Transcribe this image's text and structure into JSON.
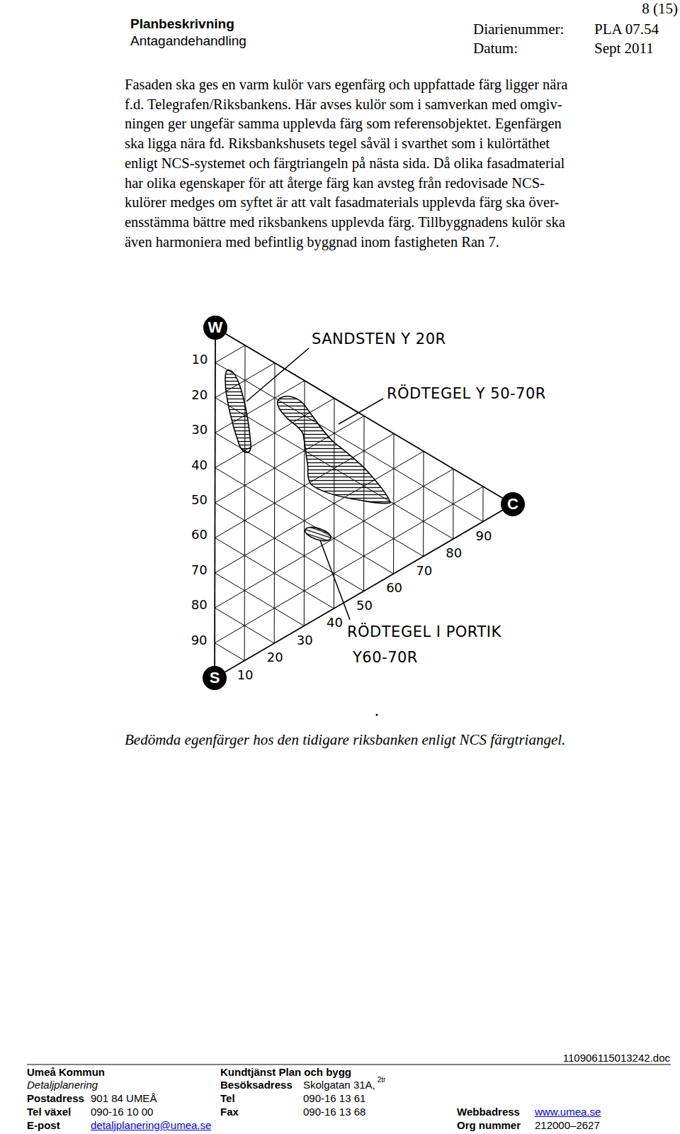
{
  "diagram": {
    "caption": "Bedömda egenfärger hos den tidigare riksbanken enligt NCS färgtriangel.",
    "nodes": [
      {
        "text": [
          "W"
        ]
      },
      {
        "text": [
          "C"
        ]
      },
      {
        "text": [
          "S"
        ]
      }
    ],
    "edges": [
      {
        "from": 0,
        "to": 2,
        "arrow": "none"
      },
      {
        "from": 0,
        "to": 1,
        "arrow": "none"
      },
      {
        "from": 2,
        "to": 1,
        "arrow": "none"
      }
    ],
    "labels": [
      "Planbeskrivning",
      "Antagandehandling",
      "8 (15)",
      "Diarienummer:",
      "PLA 07.54",
      "Datum:",
      "Sept 2011",
      "Fasaden ska ges en varm kulör vars egenfärg och uppfattade färg ligger nära",
      "f.d. Telegrafen/Riksbankens. Här avses kulör som i samverkan med omgiv-",
      "ningen ger ungefär samma upplevda färg som referensobjektet. Egenfärgen",
      "ska ligga nära fd. Riksbankshusets tegel såväl i svarthet som i kulörtäthet",
      "enligt NCS-systemet och färgtriangeln på nästa sida. Då olika fasadmaterial",
      "har olika egenskaper för att återge färg kan avsteg från redovisade NCS-",
      "kulörer medges om syftet är att valt fasadmaterials upplevda färg ska över-",
      "ensstämma bättre med riksbankens upplevda färg. Tillbyggnadens kulör ska",
      "även harmoniera med befintlig byggnad inom fastigheten Ran 7.",
      "10",
      "20",
      "30",
      "40",
      "50",
      "60",
      "70",
      "80",
      "90",
      "10",
      "20",
      "30",
      "40",
      "50",
      "60",
      "70",
      "80",
      "90",
      "SANDSTEN Y 20R",
      "RÖDTEGEL Y 50-70R",
      "RÖDTEGEL I PORTIK",
      "Y60-70R",
      "110906115013242.doc",
      "Umeå Kommun",
      "Kundtjänst Plan och bygg",
      "Detaljplanering",
      "Besöksadress",
      "Skolgatan 31A,",
      "2tr",
      "Postadress",
      "901 84 UMEÅ",
      "Tel",
      "090-16 13 61",
      "Tel växel",
      "090-16 10 00",
      "Fax",
      "090-16 13 68",
      "Webbadress",
      "www.umea.se",
      "E-post",
      "detaljplanering@umea.se",
      "Org nummer",
      "212000–2627"
    ]
  }
}
